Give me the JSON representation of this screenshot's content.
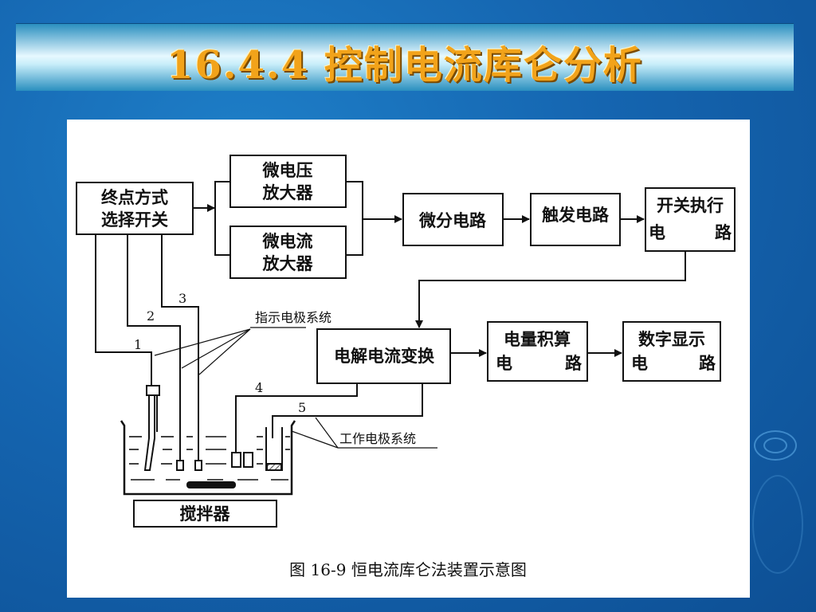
{
  "title": "16.4.4 控制电流库仑分析",
  "diagram": {
    "endpoint_switch": [
      "终点方式",
      "选择开关"
    ],
    "micro_voltage_amp": [
      "微电压",
      "放大器"
    ],
    "micro_current_amp": [
      "微电流",
      "放大器"
    ],
    "differentiator": "微分电路",
    "trigger": "触发电路",
    "switch_exec": [
      "开关执行",
      "电",
      "路"
    ],
    "electrolysis_converter": "电解电流变换",
    "charge_integrator": [
      "电量积算",
      "电",
      "路"
    ],
    "digital_display": [
      "数字显示",
      "电",
      "路"
    ],
    "stirrer": "搅拌器",
    "indicator_electrode_label": "指示电极系统",
    "working_electrode_label": "工作电极系统",
    "numbers": [
      "1",
      "2",
      "3",
      "4",
      "5"
    ],
    "caption": "图 16-9  恒电流库仑法装置示意图"
  }
}
